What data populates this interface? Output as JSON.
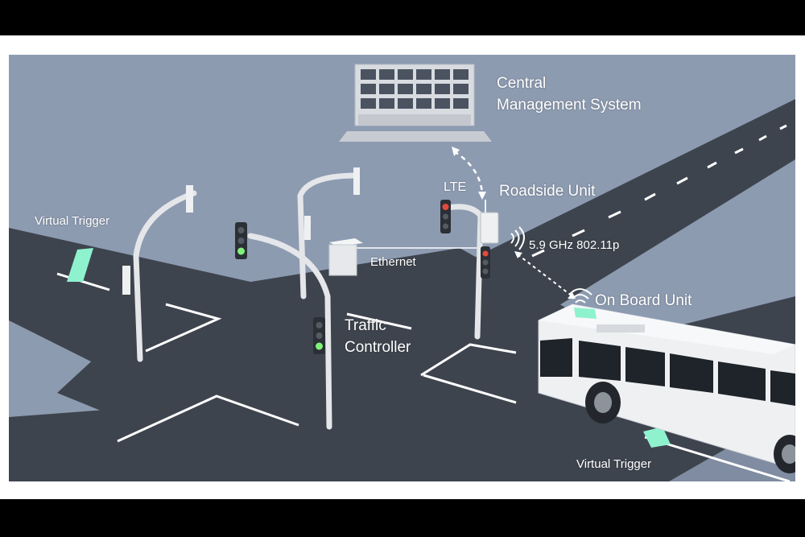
{
  "labels": {
    "cms_line1": "Central",
    "cms_line2": "Management System",
    "lte": "LTE",
    "roadside_unit": "Roadside Unit",
    "frequency": "5.9 GHz 802.11p",
    "ethernet": "Ethernet",
    "on_board_unit": "On Board Unit",
    "traffic_line1": "Traffic",
    "traffic_line2": "Controller",
    "virtual_trigger_left": "Virtual Trigger",
    "virtual_trigger_right": "Virtual Trigger"
  },
  "colors": {
    "background": "#8d9bb1",
    "road": "#3e444e",
    "trigger": "#8ff2cf",
    "pole": "#e4e6e9",
    "bus": "#eef0f2",
    "label": "#ffffff"
  }
}
